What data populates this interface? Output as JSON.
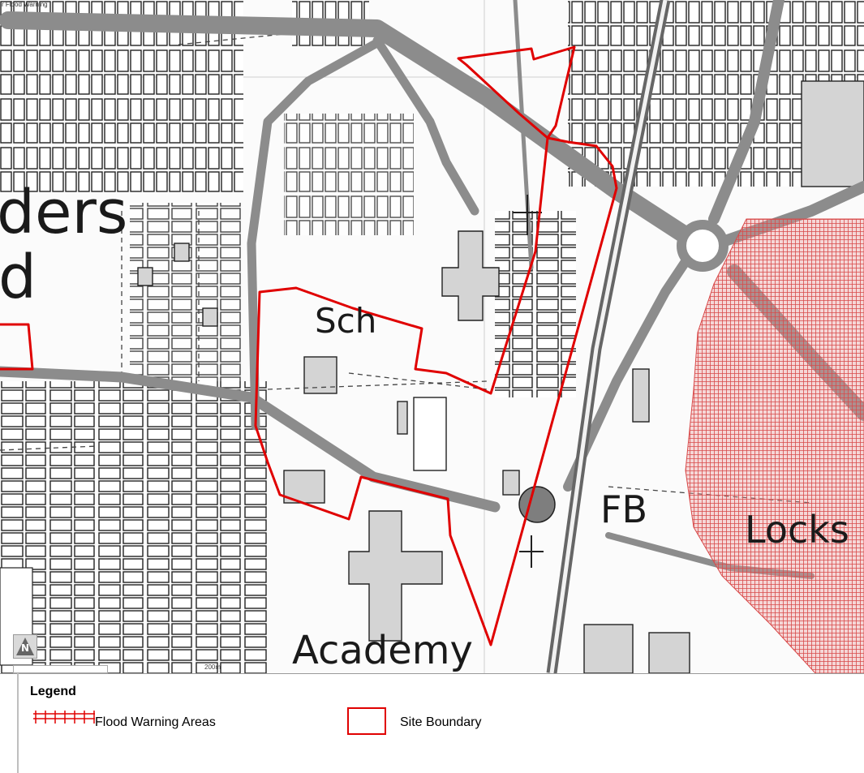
{
  "map": {
    "title": "r Flood Warning",
    "scale_label": "200m",
    "north_label": "N",
    "place_labels": {
      "ders": "ders",
      "d": "d",
      "sch": "Sch",
      "fb": "FB",
      "locks": "Locks",
      "academy": "Academy"
    },
    "colors": {
      "road": "#8c8c8c",
      "building": "#d4d4d4",
      "outline": "#1e1e1e",
      "site_boundary": "#e00000",
      "flood_area": "#e08080"
    }
  },
  "legend": {
    "title": "Legend",
    "items": {
      "flood": "Flood Warning Areas",
      "site": "Site Boundary"
    }
  }
}
